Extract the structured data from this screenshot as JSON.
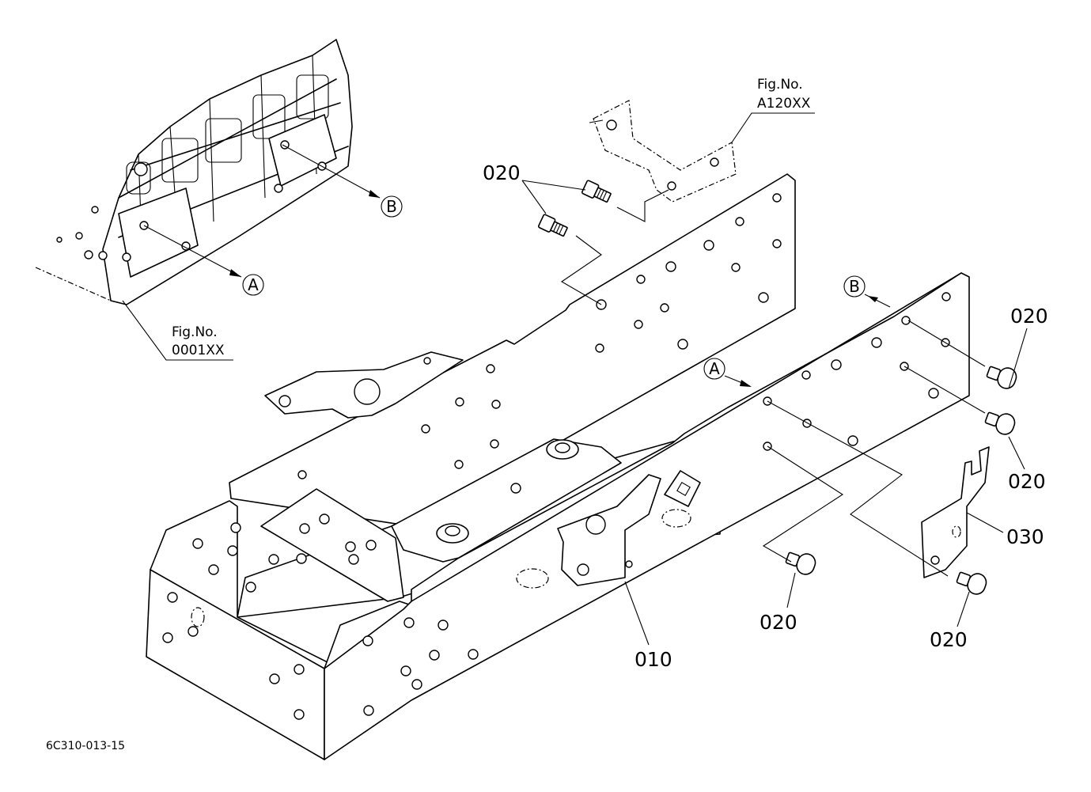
{
  "diagram": {
    "part_labels": {
      "bolt_top_left": "020",
      "bolt_right_upper": "020",
      "bolt_right_middle": "020",
      "bolt_bottom_center": "020",
      "bolt_bottom_right": "020",
      "frame": "010",
      "bracket": "030"
    },
    "callouts": {
      "engine_a": "A",
      "engine_b": "B",
      "frame_a": "A",
      "frame_b": "B"
    },
    "figure_refs": {
      "engine": {
        "line1": "Fig.No.",
        "line2": "0001XX"
      },
      "upper_bracket": {
        "line1": "Fig.No.",
        "line2": "A120XX"
      }
    },
    "drawing_code": "6C310-013-15"
  }
}
